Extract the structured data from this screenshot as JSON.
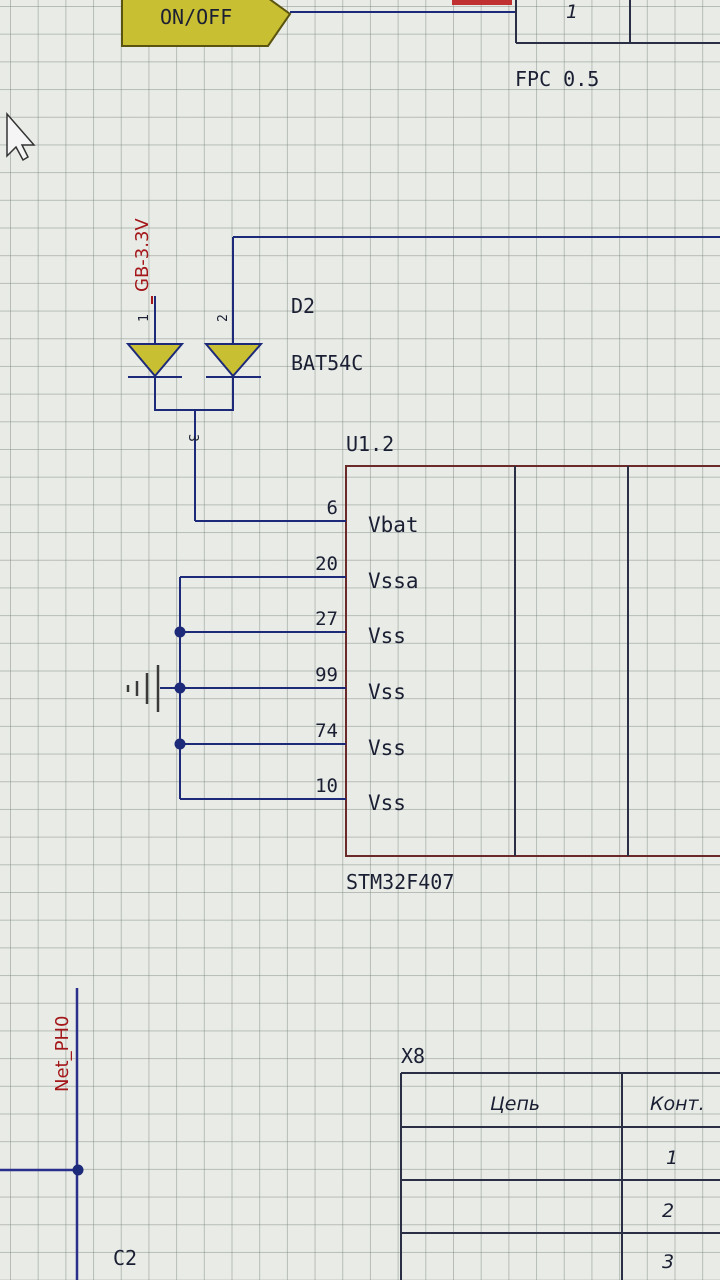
{
  "colors": {
    "background": "#e9ece6",
    "wire": "#1d2a7a",
    "junction": "#1d2a7a",
    "component_fill": "#c9bf32",
    "net_label": "#a3161a",
    "text": "#1b1f33"
  },
  "connector": {
    "port_label": "ON/OFF",
    "top_pin": "1",
    "name": "FPC 0.5"
  },
  "diode": {
    "ref": "D2",
    "part": "BAT54C",
    "pin1": "1",
    "pin2": "2",
    "pin3": "3",
    "supply_label": "GB-3.3V"
  },
  "mcu": {
    "ref": "U1.2",
    "part": "STM32F407",
    "pins": [
      {
        "num": "6",
        "name": "Vbat"
      },
      {
        "num": "20",
        "name": "Vssa"
      },
      {
        "num": "27",
        "name": "Vss"
      },
      {
        "num": "99",
        "name": "Vss"
      },
      {
        "num": "74",
        "name": "Vss"
      },
      {
        "num": "10",
        "name": "Vss"
      }
    ]
  },
  "ground_icon": "ground-icon",
  "cursor_icon": "arrow-cursor-icon",
  "net": {
    "label": "Net_PH0",
    "capacitor_ref": "C2"
  },
  "table": {
    "ref": "X8",
    "headers": [
      "Цепь",
      "Конт."
    ],
    "rows": [
      {
        "net": "",
        "pin": "1"
      },
      {
        "net": "",
        "pin": "2"
      },
      {
        "net": "",
        "pin": "3"
      }
    ]
  }
}
